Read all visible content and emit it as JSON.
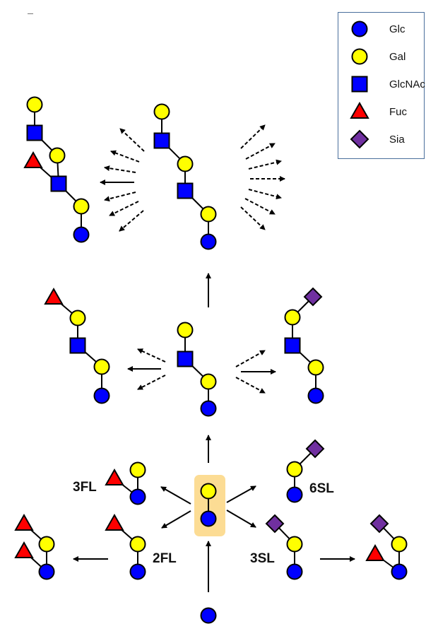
{
  "figure": {
    "type": "glycan biosynthesis pathway diagram (human milk oligosaccharides)",
    "colors": {
      "Glc": "#0000ff",
      "Gal": "#ffff00",
      "GlcNAc": "#0000ff",
      "Fuc": "#ff0000",
      "Sia": "#7030a0",
      "highlight": "#fcdc94",
      "legend_border": "#4a6f9c"
    }
  },
  "legend": {
    "items": [
      {
        "symbol": "blue-circle",
        "label": "Glc"
      },
      {
        "symbol": "yellow-circle",
        "label": "Gal"
      },
      {
        "symbol": "blue-square",
        "label": "GlcNAc"
      },
      {
        "symbol": "red-triangle",
        "label": "Fuc"
      },
      {
        "symbol": "purple-diamond",
        "label": "Sia"
      }
    ]
  },
  "structures": {
    "glucose": {
      "residues": [
        "Glc"
      ]
    },
    "lactose": {
      "residues": [
        "Gal",
        "Glc"
      ],
      "highlighted": true
    },
    "3FL": {
      "label": "3FL",
      "residues": [
        "Gal",
        "Glc",
        "Fuc(on Glc)"
      ]
    },
    "2FL": {
      "label": "2FL",
      "residues": [
        "Fuc",
        "Gal",
        "Glc"
      ]
    },
    "DFL": {
      "residues": [
        "Fuc(on Gal)",
        "Gal",
        "Fuc(on Glc)",
        "Glc"
      ]
    },
    "6SL": {
      "label": "6SL",
      "residues": [
        "Sia",
        "Gal",
        "Glc"
      ]
    },
    "3SL": {
      "label": "3SL",
      "residues": [
        "Sia",
        "Gal",
        "Glc"
      ]
    },
    "FSL": {
      "residues": [
        "Sia",
        "Gal",
        "Fuc(on Glc)",
        "Glc"
      ]
    },
    "LNT_core": {
      "residues": [
        "Gal",
        "GlcNAc",
        "Gal",
        "Glc"
      ]
    },
    "fucosyl_LNT": {
      "residues": [
        "Fuc",
        "Gal",
        "GlcNAc",
        "Gal",
        "Glc"
      ]
    },
    "sialyl_LNT": {
      "residues": [
        "Sia",
        "Gal",
        "GlcNAc",
        "Gal",
        "Glc"
      ]
    },
    "LNnH_extended": {
      "residues": [
        "Gal",
        "GlcNAc",
        "Gal",
        "GlcNAc",
        "Gal",
        "Glc"
      ]
    },
    "fucosyl_extended": {
      "residues": [
        "Gal",
        "GlcNAc",
        "Gal",
        "Fuc",
        "GlcNAc",
        "Gal",
        "Glc"
      ]
    }
  },
  "labels": {
    "3FL": "3FL",
    "2FL": "2FL",
    "6SL": "6SL",
    "3SL": "3SL"
  }
}
